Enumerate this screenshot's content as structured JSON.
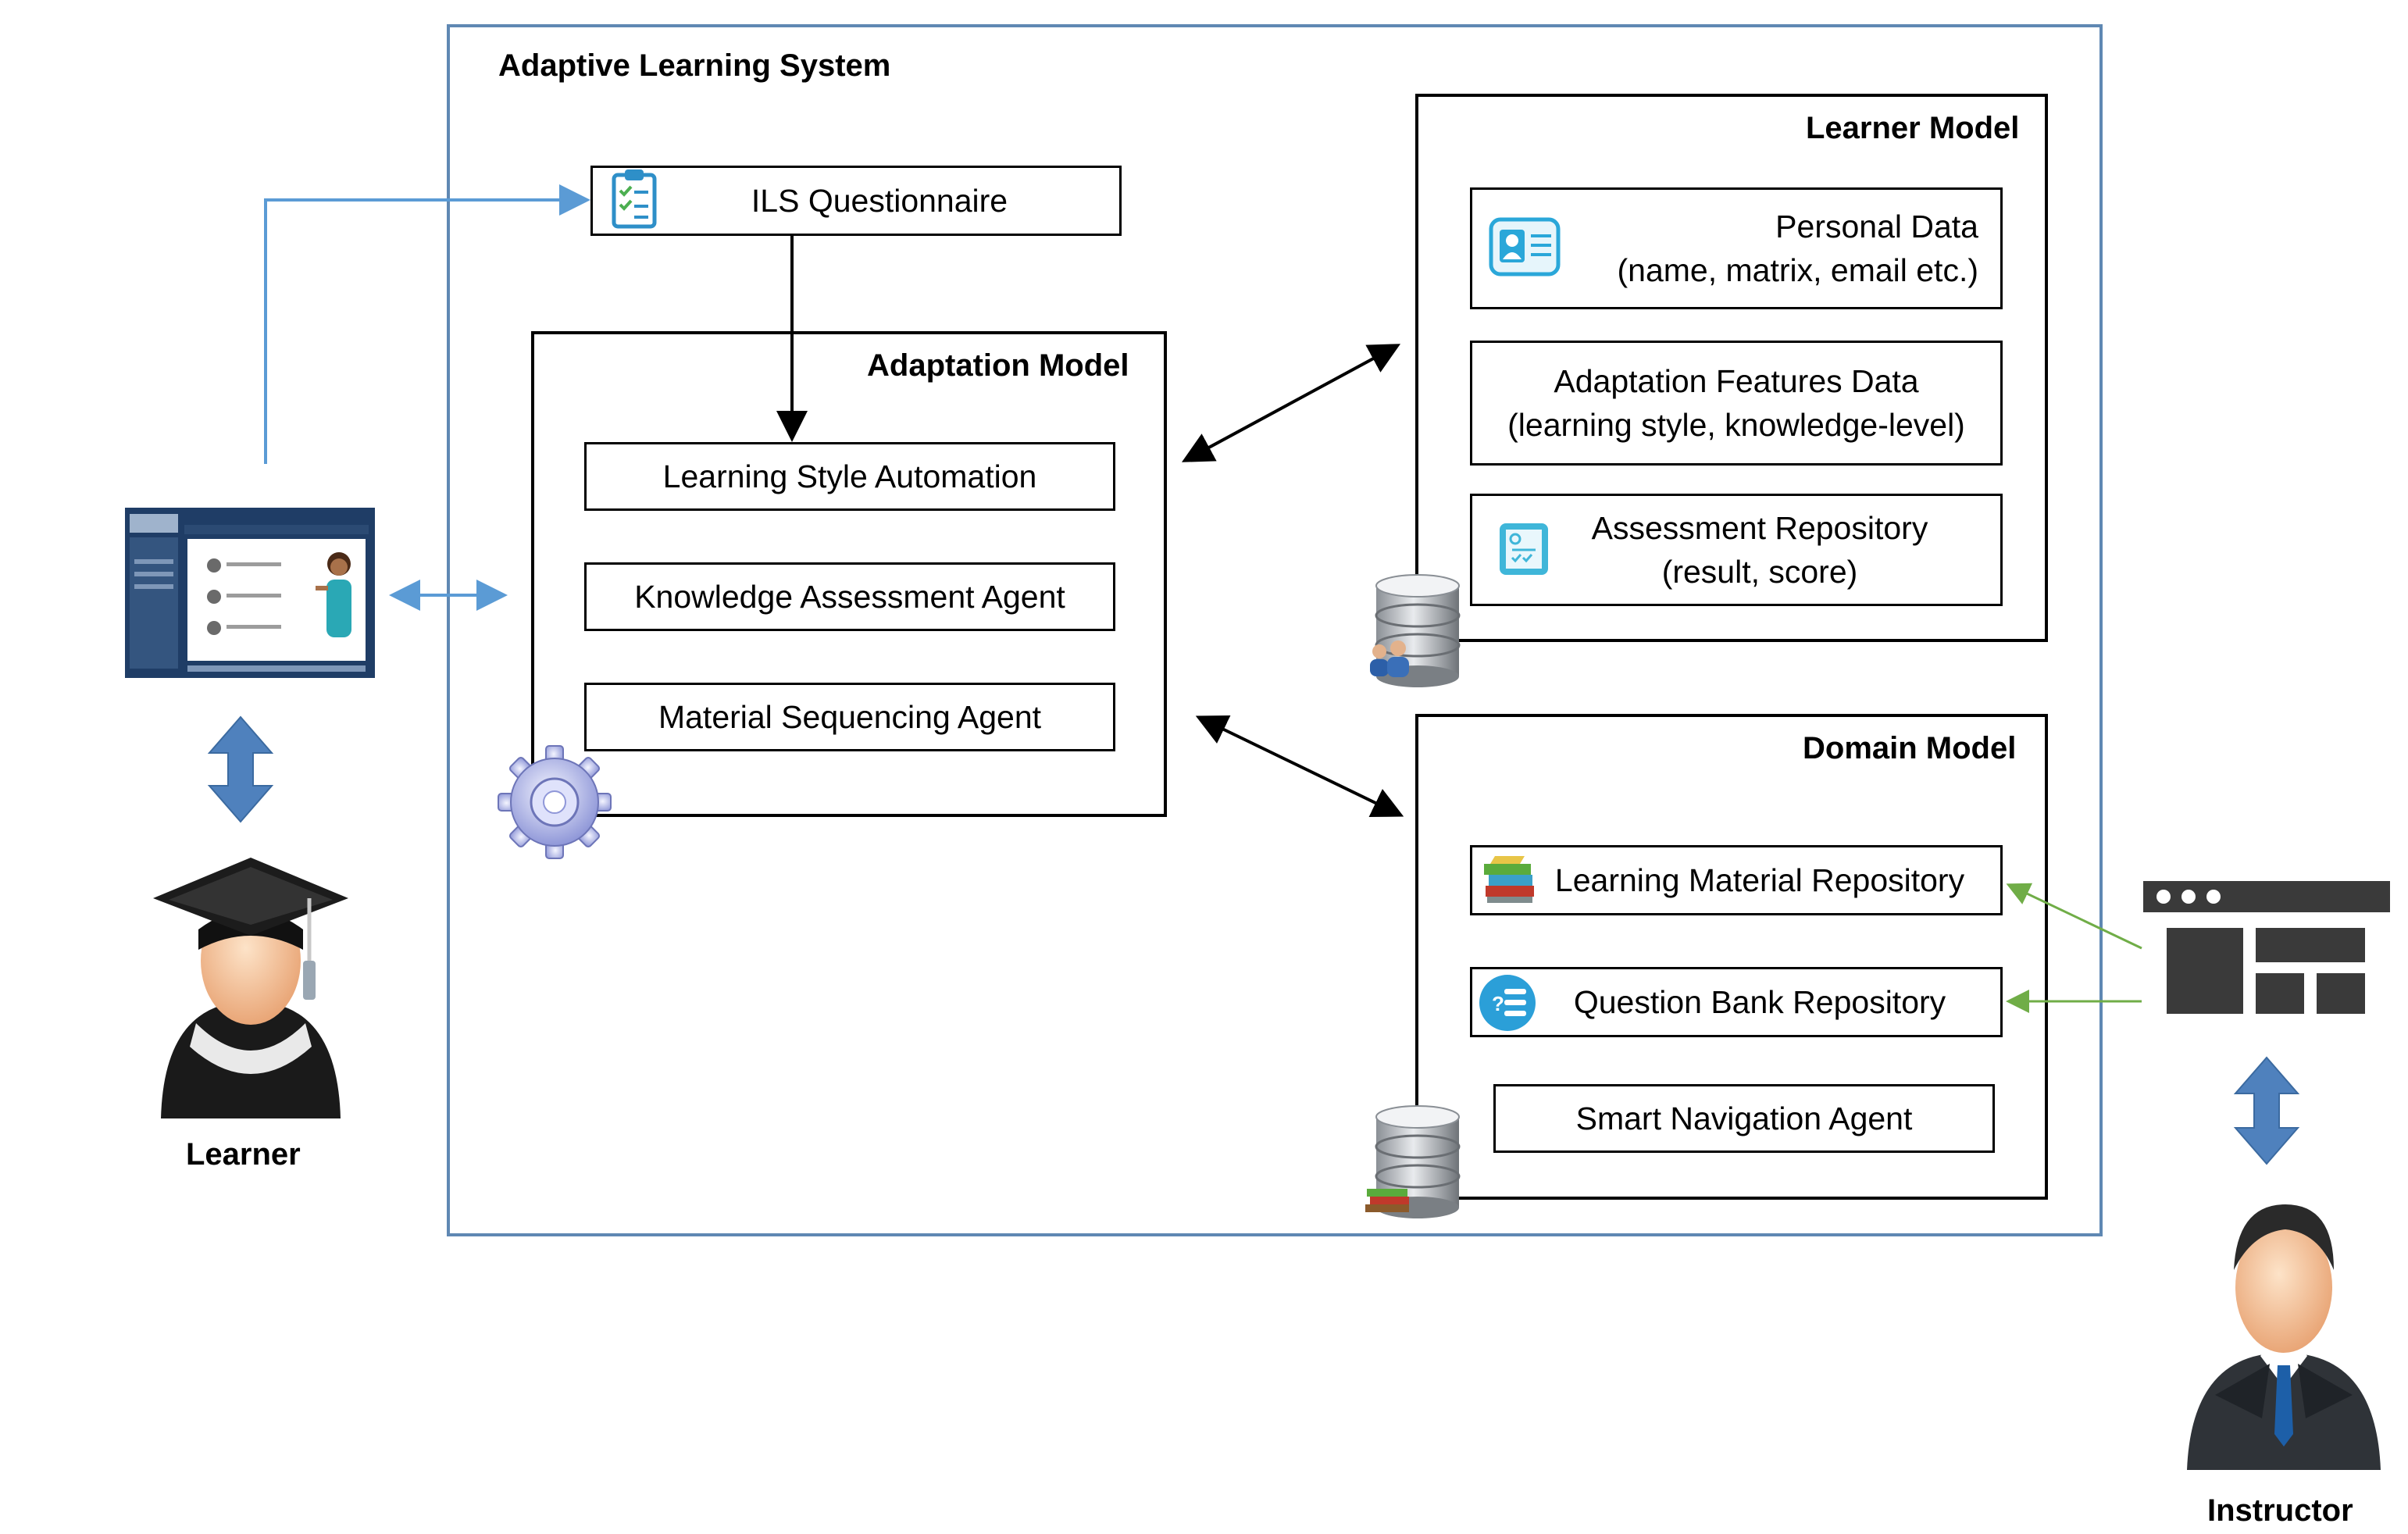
{
  "system": {
    "title": "Adaptive Learning System"
  },
  "ils": {
    "label": "ILS Questionnaire"
  },
  "adaptation_model": {
    "title": "Adaptation Model",
    "items": [
      "Learning Style Automation",
      "Knowledge Assessment Agent",
      "Material Sequencing Agent"
    ]
  },
  "learner_model": {
    "title": "Learner Model",
    "personal": {
      "line1": "Personal Data",
      "line2": "(name, matrix, email etc.)"
    },
    "features": {
      "line1": "Adaptation Features Data",
      "line2": "(learning style, knowledge-level)"
    },
    "assessment": {
      "line1": "Assessment Repository",
      "line2": "(result, score)"
    }
  },
  "domain_model": {
    "title": "Domain Model",
    "items": [
      "Learning Material Repository",
      "Question Bank Repository",
      "Smart Navigation Agent"
    ]
  },
  "actors": {
    "learner": "Learner",
    "instructor": "Instructor"
  },
  "colors": {
    "outer_border": "#5f88b3",
    "learner_link": "#5b9bd5",
    "instructor_link": "#70ad47",
    "actor_arrow": "#4f81bd"
  }
}
